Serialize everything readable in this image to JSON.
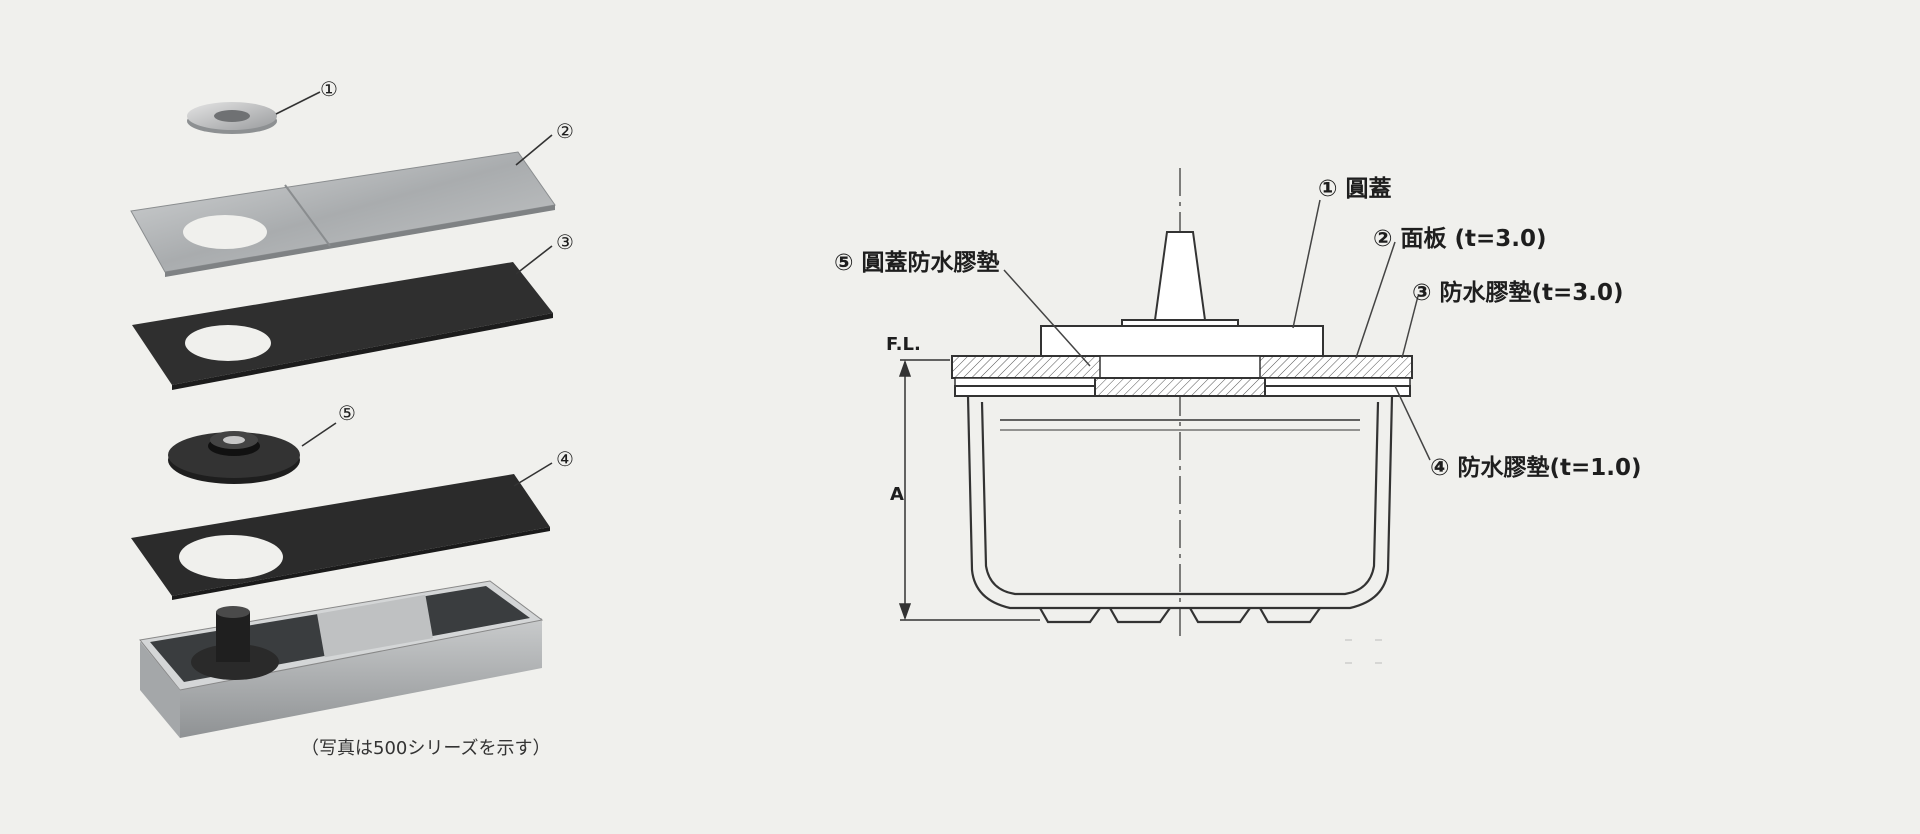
{
  "photo": {
    "callouts": [
      "①",
      "②",
      "③",
      "⑤",
      "④"
    ],
    "caption": "（写真は500シリーズを示す）"
  },
  "section": {
    "labels": {
      "cover": "① 圓蓋",
      "plate": "② 面板 (t=3.0)",
      "gasket3": "③ 防水膠墊(t=3.0)",
      "gasket5": "⑤ 圓蓋防水膠墊",
      "gasket4": "④ 防水膠墊(t=1.0)"
    },
    "floor_level": "F.L.",
    "dimension": "A"
  },
  "colors": {
    "background": "#f0f0ed",
    "steel": "#b9bcbd",
    "rubber": "#2b2b2b",
    "line": "#555555"
  }
}
